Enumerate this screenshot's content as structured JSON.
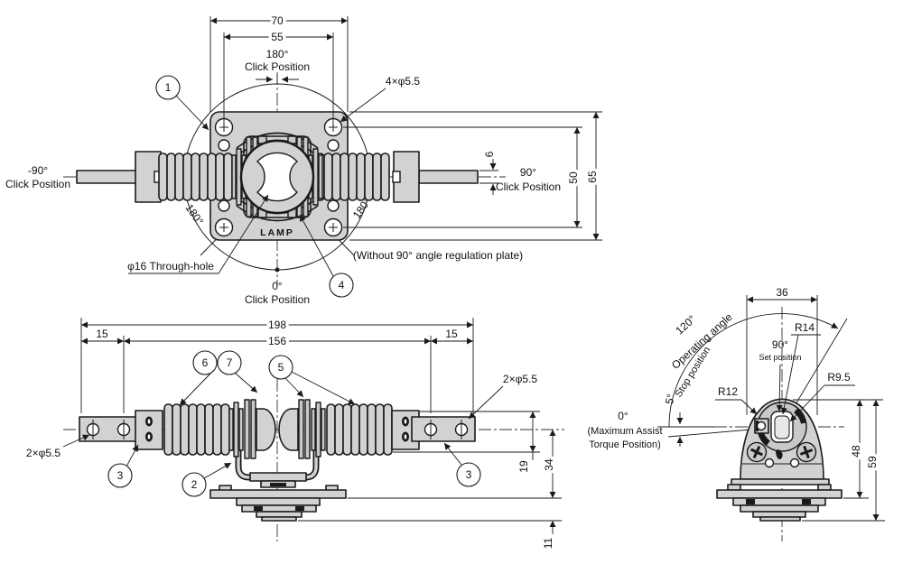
{
  "colors": {
    "background": "#ffffff",
    "part_fill": "#d2d2d2",
    "line": "#1a1a1a"
  },
  "logo_text": "LAMP",
  "top_view": {
    "dim_width_outer": "70",
    "dim_hole_spacing": "55",
    "dim_shaft_height": "6",
    "dim_hole_spacing_v": "50",
    "dim_height_outer": "65",
    "label_click_180_l1": "180°",
    "label_click_180_l2": "Click Position",
    "label_holes": "4×φ5.5",
    "label_click_neg90_l1": "-90°",
    "label_click_neg90_l2": "Click Position",
    "label_click_90_l1": "90°",
    "label_click_90_l2": "Click Position",
    "label_click_0_l1": "0°",
    "label_click_0_l2": "Click Position",
    "label_through_hole": "φ16 Through-hole",
    "label_without_plate": "(Without 90° angle regulation plate)",
    "label_diag_left": "180°",
    "label_diag_right": "180°",
    "callout_1": "1",
    "callout_4": "4"
  },
  "front_view": {
    "dim_total_length": "198",
    "dim_inner_length": "156",
    "dim_left_hole_offset": "15",
    "dim_right_hole_offset": "15",
    "dim_cap_height": "19",
    "dim_axis_to_flange": "34",
    "dim_flange_to_bottom": "11",
    "label_holes_left": "2×φ5.5",
    "label_holes_right": "2×φ5.5",
    "callout_2": "2",
    "callout_3_left": "3",
    "callout_3_right": "3",
    "callout_5": "5",
    "callout_6": "6",
    "callout_7": "7"
  },
  "side_view": {
    "dim_width": "36",
    "dim_height_upper": "48",
    "dim_height_total": "59",
    "label_operating_l1": "120°",
    "label_operating_l2": "Operating angle",
    "label_set_l1": "90°",
    "label_set_l2": "Set position",
    "label_stop_l1": "5°",
    "label_stop_l2": "Stop position",
    "label_r14": "R14",
    "label_r12": "R12",
    "label_r95": "R9.5",
    "label_zero_l1": "0°",
    "label_zero_l2": "(Maximum Assist",
    "label_zero_l3": "Torque Position)"
  }
}
